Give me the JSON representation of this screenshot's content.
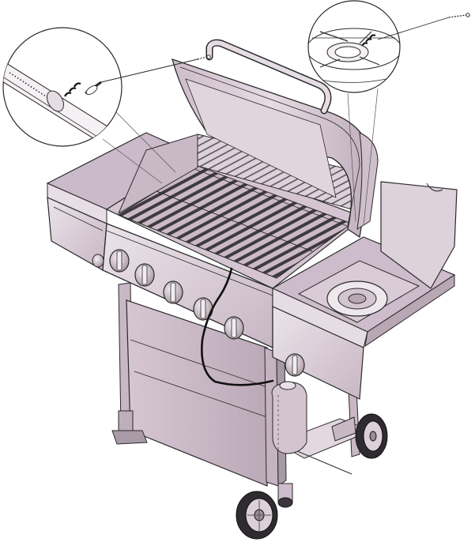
{
  "figure": {
    "subject": "gas-grill-ignition-electrode-illustration",
    "callouts": [
      {
        "name": "main-burner-ignition-detail"
      },
      {
        "name": "side-burner-ignition-detail"
      }
    ],
    "colors": {
      "body": "#d9cbd7",
      "body_dark": "#b9a8b6",
      "body_light": "#ece4ea",
      "line": "#2a2a2a",
      "wire": "#111111",
      "background": "#ffffff"
    },
    "control_knobs_count": 6
  }
}
